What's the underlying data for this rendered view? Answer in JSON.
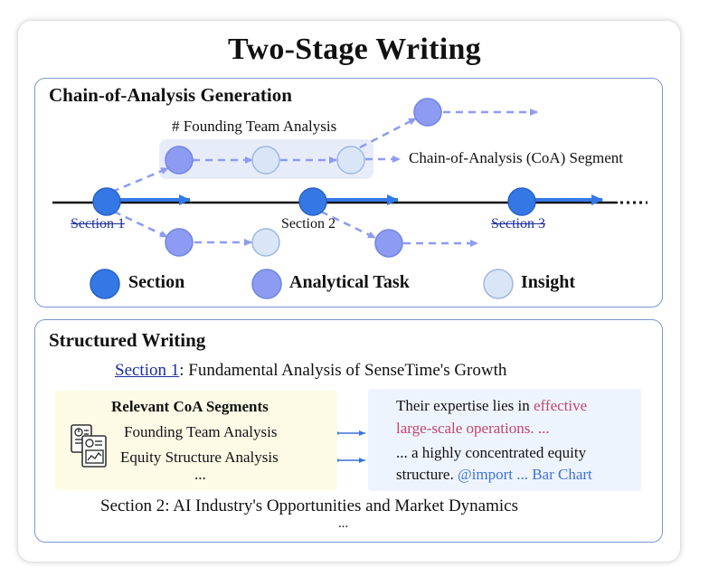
{
  "title": "Two-Stage  Writing",
  "stage1": {
    "heading": "Chain-of-Analysis Generation",
    "founding_label": "# Founding Team Analysis",
    "coa_segment_label": "Chain-of-Analysis (CoA) Segment",
    "sections": [
      "Section 1",
      "Section 2",
      "Section 3"
    ],
    "ellipsis": "····",
    "legend": [
      {
        "label": "Section",
        "color": "#3478e5"
      },
      {
        "label": "Analytical Task",
        "color": "#8e9bf2"
      },
      {
        "label": "Insight",
        "color": "#d8e6f7"
      }
    ],
    "colors": {
      "section": "#3478e5",
      "task": "#8e9bf2",
      "insight": "#d8e6f7",
      "highlight_bg": "#e7ecf9",
      "dashed": "#8e9bf2"
    }
  },
  "stage2": {
    "heading": "Structured Writing",
    "section1_link": "Section 1",
    "section1_rest": ": Fundamental Analysis of SenseTime's Growth",
    "relevant_heading": "Relevant CoA Segments",
    "relevant_items": [
      "Founding Team Analysis",
      "Equity Structure Analysis",
      "..."
    ],
    "doc_icon": "report-chart-icon",
    "output": {
      "line1_a": "Their expertise lies in ",
      "line1_b": "effective",
      "line2": "large-scale operations. ...",
      "line3": "... a highly concentrated equity",
      "line4_a": "structure. ",
      "line4_b": "@import ... Bar Chart"
    },
    "section2": "Section 2: AI Industry's Opportunities and Market Dynamics",
    "trailing_ellipsis": "..."
  }
}
